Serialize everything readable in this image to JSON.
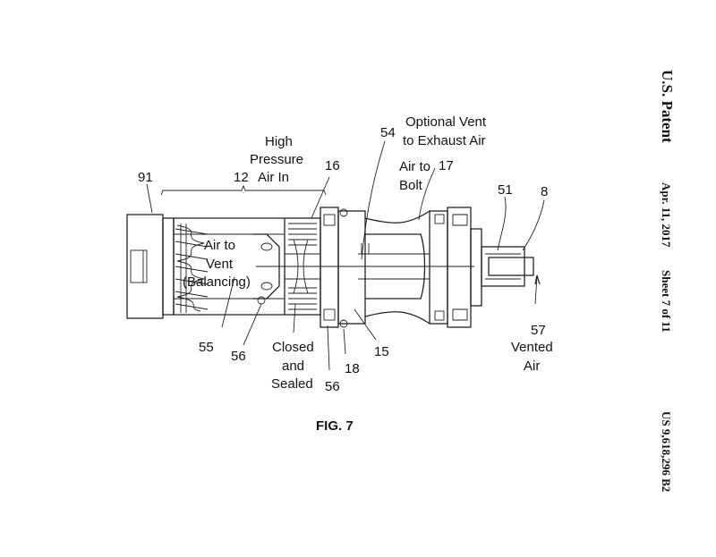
{
  "header": {
    "publisher": "U.S. Patent",
    "date": "Apr. 11, 2017",
    "sheet": "Sheet 7 of 11",
    "patent_number": "US 9,618,296 B2"
  },
  "figure": {
    "caption": "FIG. 7"
  },
  "reference_numerals": {
    "n91": "91",
    "n12": "12",
    "n16": "16",
    "n54": "54",
    "n17": "17",
    "n51": "51",
    "n8": "8",
    "n57": "57",
    "n55": "55",
    "n56a": "56",
    "n56b": "56",
    "n18": "18",
    "n15": "15"
  },
  "annotations": {
    "high_pressure": [
      "High",
      "Pressure",
      "Air In"
    ],
    "optional_vent": [
      "Optional Vent",
      "to Exhaust Air"
    ],
    "air_to_bolt": [
      "Air to",
      "Bolt"
    ],
    "air_to_vent": [
      "Air to",
      "Vent",
      "(Balancing)"
    ],
    "closed_sealed": [
      "Closed",
      "and",
      "Sealed"
    ],
    "vented_air": [
      "Vented",
      "Air"
    ]
  }
}
